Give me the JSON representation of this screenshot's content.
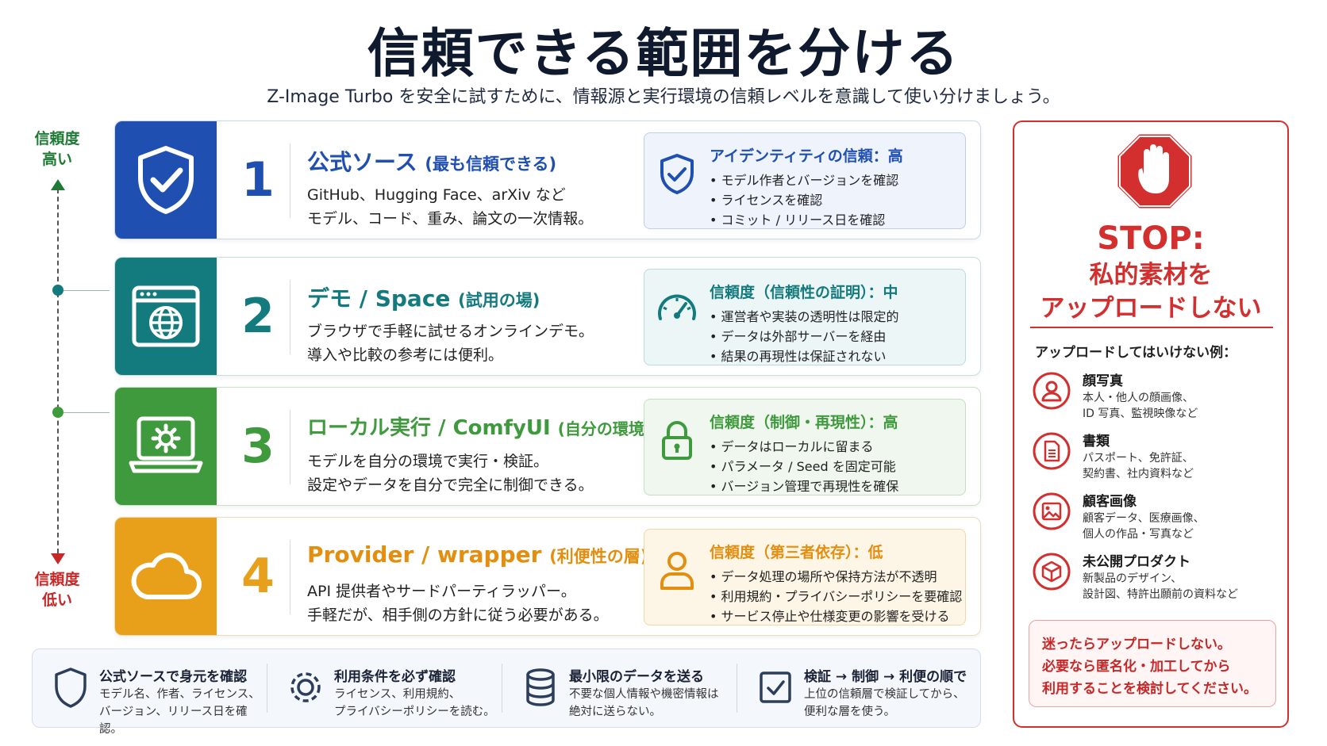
{
  "title": "信頼できる範囲を分ける",
  "subtitle": "Z-Image Turbo を安全に試すために、情報源と実行環境の信頼レベルを意識して使い分けましょう。",
  "axis": {
    "top": "信頼度\n高い",
    "bottom": "信頼度\n低い"
  },
  "colors": {
    "blue": "#1f4fb0",
    "teal": "#137a7e",
    "green": "#3e9a3c",
    "orange": "#e8a01a",
    "red": "#d32f2f"
  },
  "rows": [
    {
      "number": "1",
      "title": "公式ソース",
      "title_note": "(最も信頼できる)",
      "desc": "GitHub、Hugging Face、arXiv など\nモデル、コード、重み、論文の一次情報。",
      "band_icon": "shield-check-icon",
      "info_icon": "shield-check-icon",
      "info_title": "アイデンティティの信頼：高",
      "info_items": [
        "モデル作者とバージョンを確認",
        "ライセンスを確認",
        "コミット / リリース日を確認"
      ]
    },
    {
      "number": "2",
      "title": "デモ / Space",
      "title_note": "(試用の場)",
      "desc": "ブラウザで手軽に試せるオンラインデモ。\n導入や比較の参考には便利。",
      "band_icon": "browser-globe-icon",
      "info_icon": "gauge-icon",
      "info_title": "信頼度（信頼性の証明）：中",
      "info_items": [
        "運営者や実装の透明性は限定的",
        "データは外部サーバーを経由",
        "結果の再現性は保証されない"
      ]
    },
    {
      "number": "3",
      "title": "ローカル実行 / ComfyUI",
      "title_note": "(自分の環境)",
      "desc": "モデルを自分の環境で実行・検証。\n設定やデータを自分で完全に制御できる。",
      "band_icon": "laptop-gear-icon",
      "info_icon": "lock-icon",
      "info_title": "信頼度（制御・再現性）：高",
      "info_items": [
        "データはローカルに留まる",
        "パラメータ / Seed を固定可能",
        "バージョン管理で再現性を確保"
      ]
    },
    {
      "number": "4",
      "title": "Provider / wrapper",
      "title_note": "(利便性の層)",
      "desc": "API 提供者やサードパーティラッパー。\n手軽だが、相手側の方針に従う必要がある。",
      "band_icon": "cloud-icon",
      "info_icon": "person-icon",
      "info_title": "信頼度（第三者依存）：低",
      "info_items": [
        "データ処理の場所や保持方法が不透明",
        "利用規約・プライバシーポリシーを要確認",
        "サービス停止や仕様変更の影響を受ける"
      ]
    }
  ],
  "tips": [
    {
      "icon": "shield-icon",
      "title": "公式ソースで身元を確認",
      "desc": "モデル名、作者、ライセンス、\nバージョン、リリース日を確認。"
    },
    {
      "icon": "gear-icon",
      "title": "利用条件を必ず確認",
      "desc": "ライセンス、利用規約、\nプライバシーポリシーを読む。"
    },
    {
      "icon": "database-icon",
      "title": "最小限のデータを送る",
      "desc": "不要な個人情報や機密情報は\n絶対に送らない。"
    },
    {
      "icon": "checkbox-icon",
      "title": "検証 → 制御 → 利便の順で",
      "desc": "上位の信頼層で検証してから、\n便利な層を使う。"
    }
  ],
  "stop": {
    "title": "STOP:",
    "subtitle": "私的素材を\nアップロードしない",
    "examples_label": "アップロードしてはいけない例：",
    "examples": [
      {
        "icon": "person-icon",
        "title": "顔写真",
        "desc": "本人・他人の顔画像、\nID 写真、監視映像など"
      },
      {
        "icon": "document-icon",
        "title": "書類",
        "desc": "パスポート、免許証、\n契約書、社内資料など"
      },
      {
        "icon": "image-icon",
        "title": "顧客画像",
        "desc": "顧客データ、医療画像、\n個人の作品・写真など"
      },
      {
        "icon": "box-icon",
        "title": "未公開プロダクト",
        "desc": "新製品のデザイン、\n設計図、特許出願前の資料など"
      }
    ],
    "note": "迷ったらアップロードしない。\n必要なら匿名化・加工してから\n利用することを検討してください。"
  }
}
